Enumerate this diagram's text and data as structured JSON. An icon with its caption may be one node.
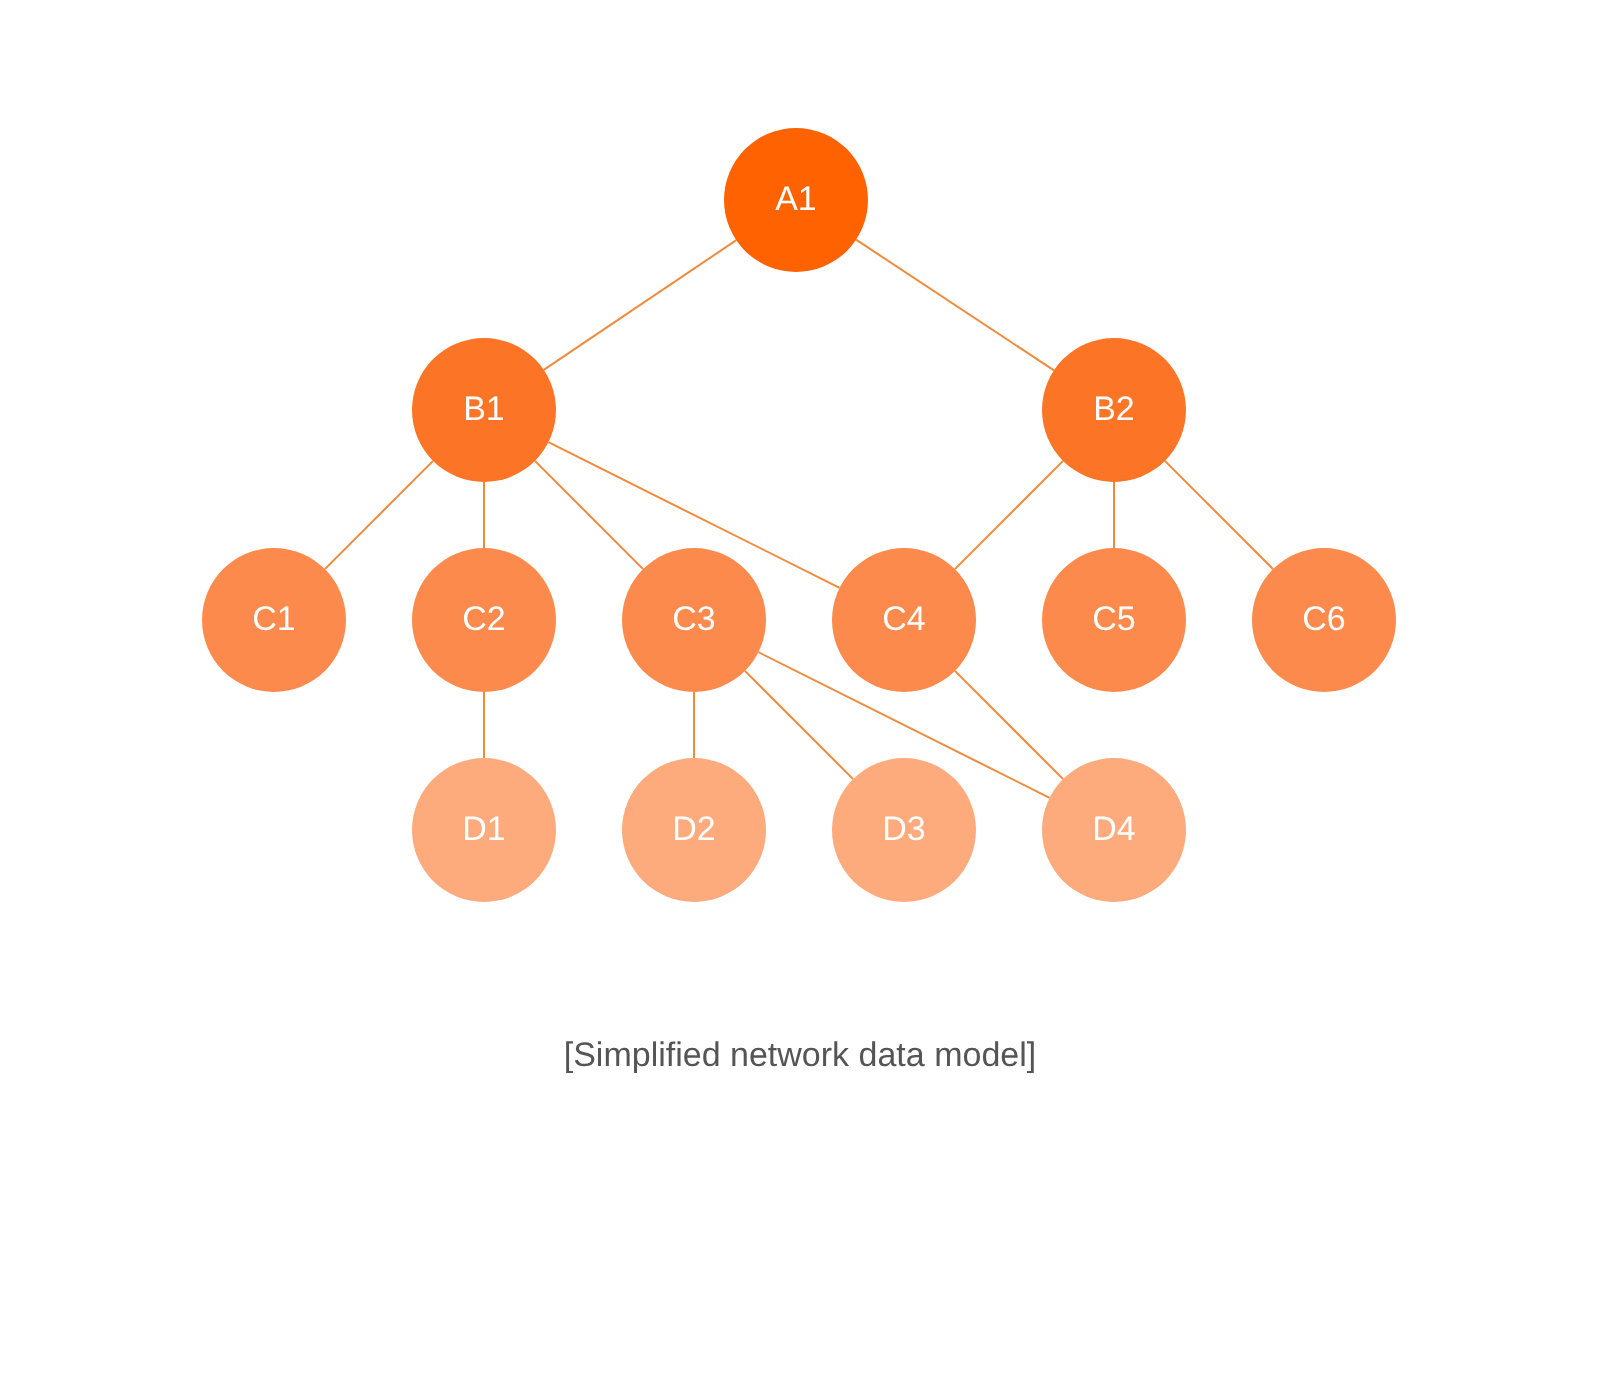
{
  "diagram": {
    "caption": "[Simplified network data model]",
    "nodes": [
      {
        "text": [
          "A1"
        ]
      },
      {
        "text": [
          "B1"
        ]
      },
      {
        "text": [
          "B2"
        ]
      },
      {
        "text": [
          "C1"
        ]
      },
      {
        "text": [
          "C2"
        ]
      },
      {
        "text": [
          "C3"
        ]
      },
      {
        "text": [
          "C4"
        ]
      },
      {
        "text": [
          "C5"
        ]
      },
      {
        "text": [
          "C6"
        ]
      },
      {
        "text": [
          "D1"
        ]
      },
      {
        "text": [
          "D2"
        ]
      },
      {
        "text": [
          "D3"
        ]
      },
      {
        "text": [
          "D4"
        ]
      }
    ],
    "edges": [
      {
        "from": 0,
        "to": 1,
        "arrow": "none"
      },
      {
        "from": 0,
        "to": 2,
        "arrow": "none"
      },
      {
        "from": 1,
        "to": 3,
        "arrow": "none"
      },
      {
        "from": 1,
        "to": 4,
        "arrow": "none"
      },
      {
        "from": 1,
        "to": 5,
        "arrow": "none"
      },
      {
        "from": 1,
        "to": 6,
        "arrow": "none"
      },
      {
        "from": 2,
        "to": 6,
        "arrow": "none"
      },
      {
        "from": 2,
        "to": 7,
        "arrow": "none"
      },
      {
        "from": 2,
        "to": 8,
        "arrow": "none"
      },
      {
        "from": 4,
        "to": 9,
        "arrow": "none"
      },
      {
        "from": 5,
        "to": 10,
        "arrow": "none"
      },
      {
        "from": 5,
        "to": 11,
        "arrow": "none"
      },
      {
        "from": 5,
        "to": 12,
        "arrow": "none"
      },
      {
        "from": 6,
        "to": 12,
        "arrow": "none"
      }
    ]
  }
}
